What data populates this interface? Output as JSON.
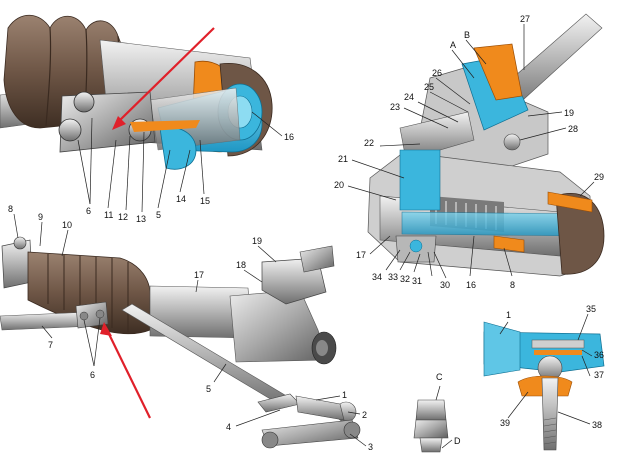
{
  "colors": {
    "metal_dark": "#6b6b6b",
    "metal_mid": "#9a9a9a",
    "metal_light": "#d6d6d6",
    "boot": "#6e5646",
    "boot_dark": "#4d3a2d",
    "cutaway_blue": "#3bb6dd",
    "gasket_orange": "#f08a1c",
    "arrow_red": "#e0202a",
    "label": "#111111"
  },
  "callouts": {
    "n1a": "1",
    "n1b": "1",
    "n2": "2",
    "n3": "3",
    "n4": "4",
    "n5a": "5",
    "n5b": "5",
    "n6a": "6",
    "n6b": "6",
    "n7": "7",
    "n8a": "8",
    "n8b": "8",
    "n9": "9",
    "n10": "10",
    "n11": "11",
    "n12": "12",
    "n13": "13",
    "n14": "14",
    "n15": "15",
    "n16a": "16",
    "n16b": "16",
    "n17a": "17",
    "n17b": "17",
    "n18": "18",
    "n19a": "19",
    "n19b": "19",
    "n20": "20",
    "n21": "21",
    "n22": "22",
    "n23": "23",
    "n24": "24",
    "n25": "25",
    "n26": "26",
    "n27": "27",
    "n28": "28",
    "n29": "29",
    "n30": "30",
    "n31": "31",
    "n32": "32",
    "n33": "33",
    "n34": "34",
    "n35": "35",
    "n36": "36",
    "n37": "37",
    "n38": "38",
    "n39": "39",
    "A": "A",
    "B": "B",
    "C": "C",
    "D": "D"
  }
}
